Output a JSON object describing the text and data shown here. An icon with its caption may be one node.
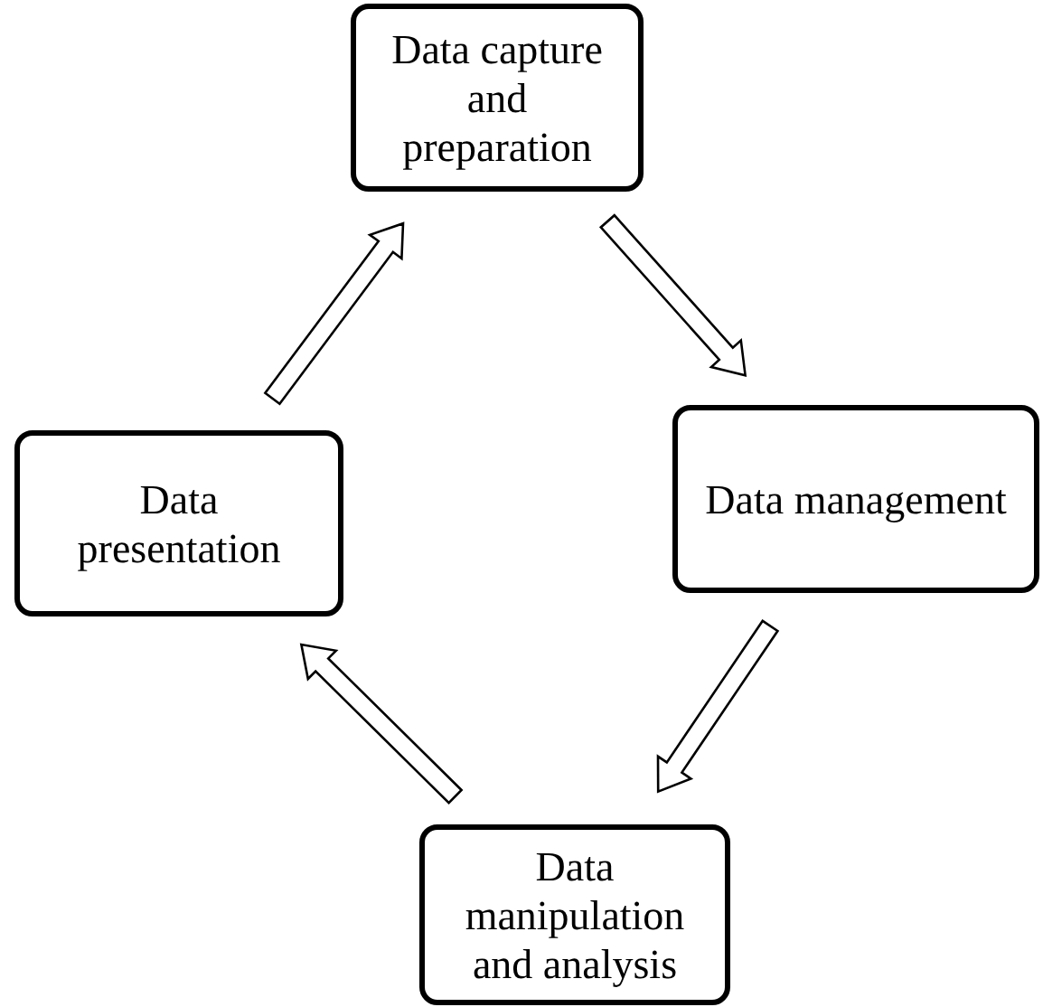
{
  "diagram": {
    "nodes": [
      {
        "text": [
          "Data capture and preparation"
        ]
      },
      {
        "text": [
          "Data management"
        ]
      },
      {
        "text": [
          "Data manipulation and analysis"
        ]
      },
      {
        "text": [
          "Data presentation"
        ]
      }
    ],
    "edges": [
      {
        "from": 0,
        "to": 1,
        "arrow": "to"
      },
      {
        "from": 1,
        "to": 2,
        "arrow": "to"
      },
      {
        "from": 2,
        "to": 3,
        "arrow": "to"
      },
      {
        "from": 3,
        "to": 0,
        "arrow": "to"
      }
    ]
  }
}
